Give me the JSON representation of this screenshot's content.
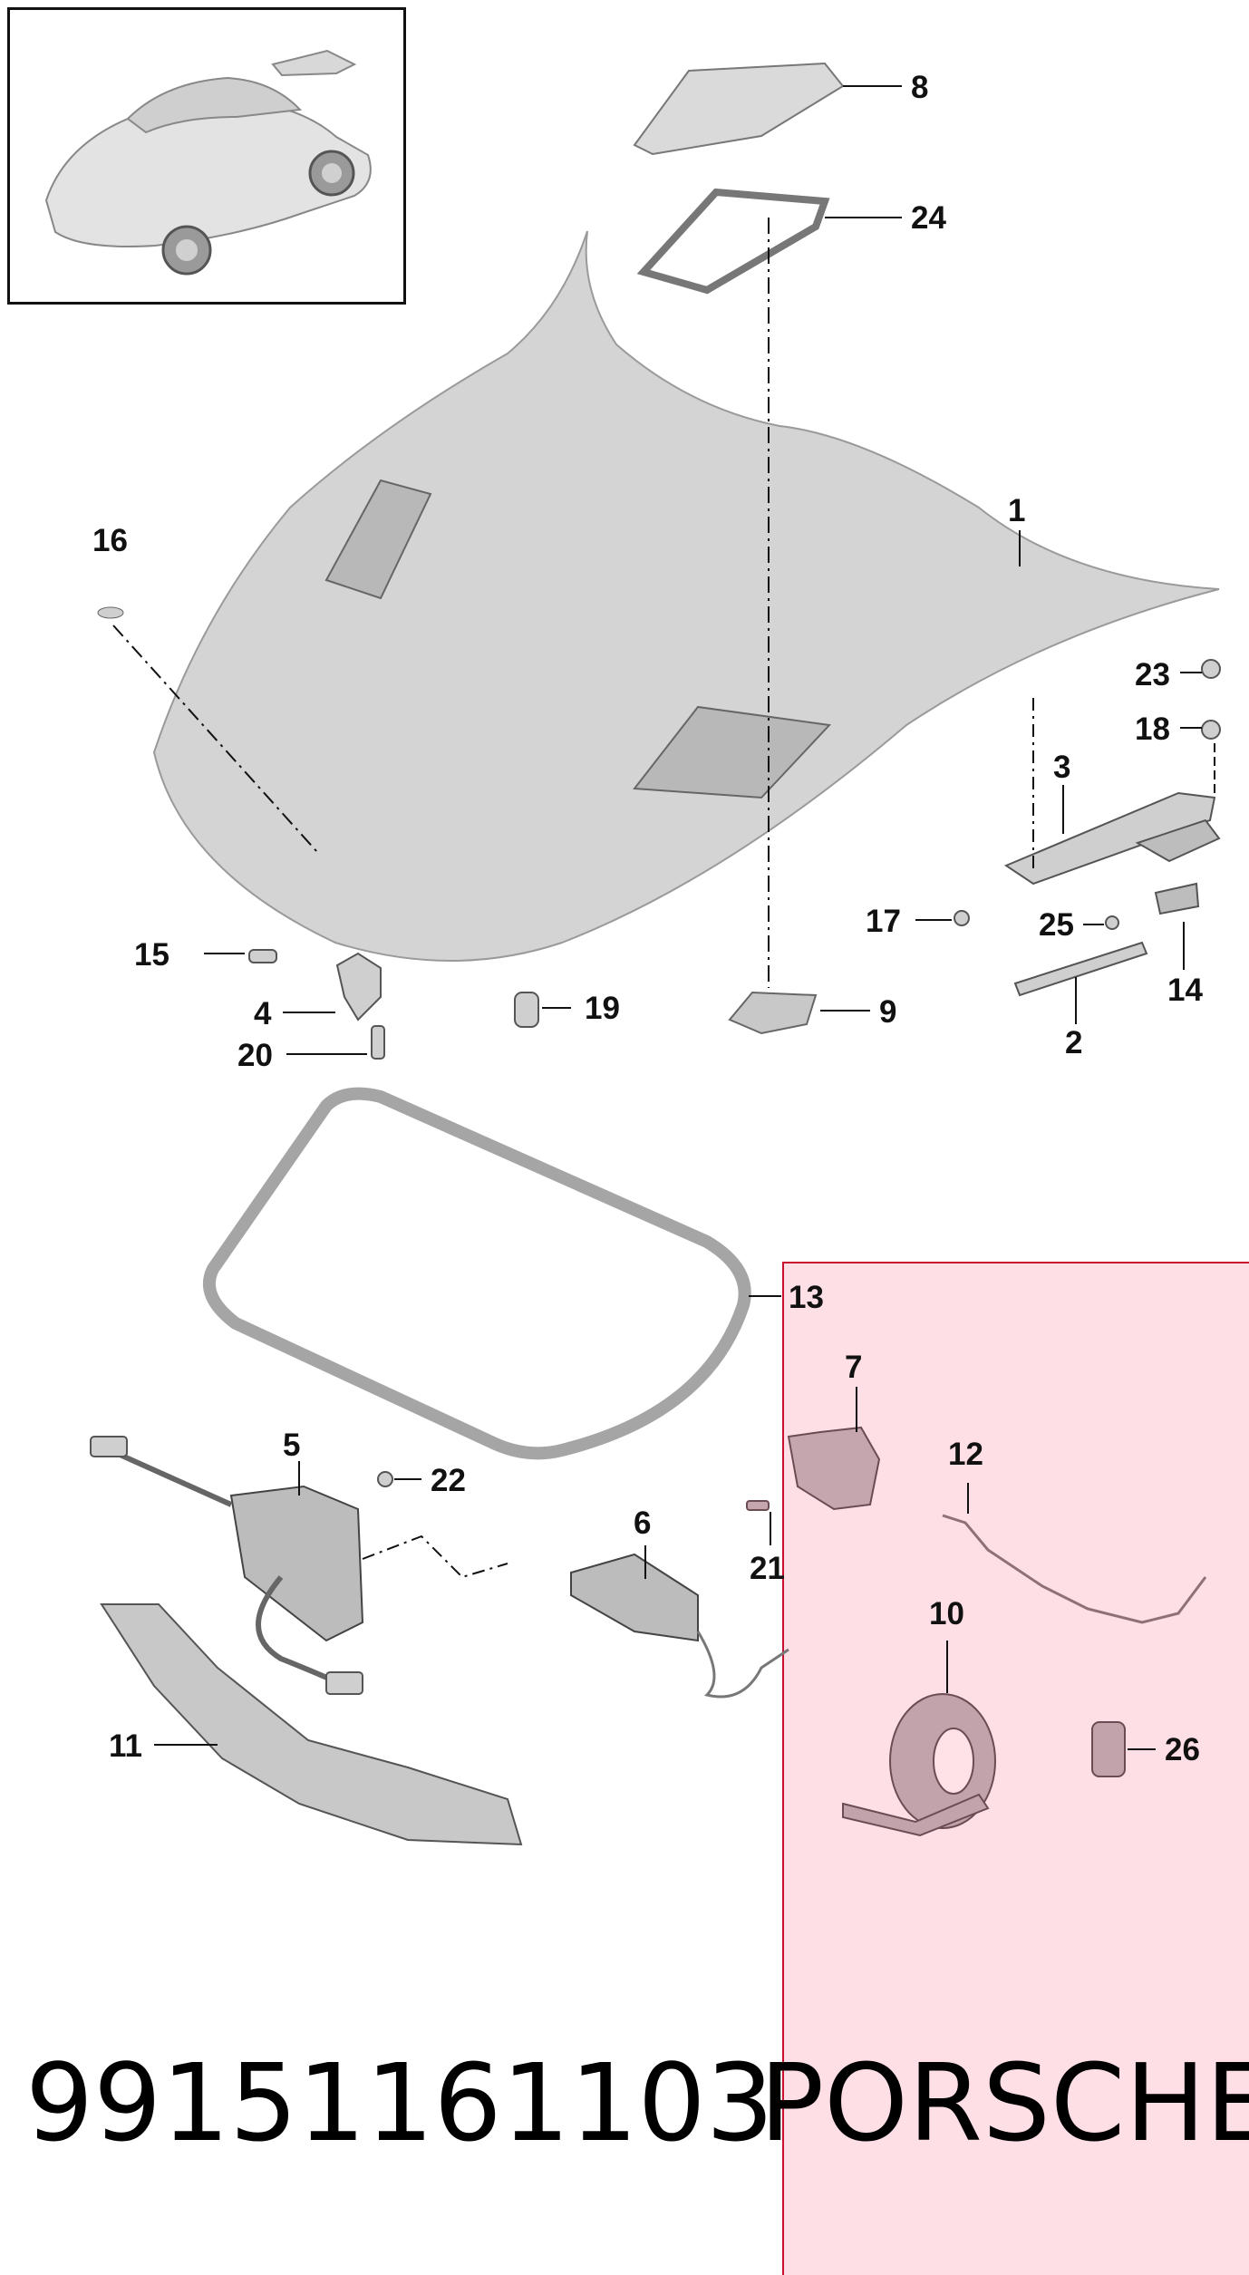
{
  "diagram": {
    "part_number": "99151161103",
    "brand": "PORSCHE",
    "callouts": [
      {
        "id": "c1",
        "label": "1"
      },
      {
        "id": "c2",
        "label": "2"
      },
      {
        "id": "c3",
        "label": "3"
      },
      {
        "id": "c4",
        "label": "4"
      },
      {
        "id": "c5",
        "label": "5"
      },
      {
        "id": "c6",
        "label": "6"
      },
      {
        "id": "c7",
        "label": "7"
      },
      {
        "id": "c8",
        "label": "8"
      },
      {
        "id": "c9",
        "label": "9"
      },
      {
        "id": "c10",
        "label": "10"
      },
      {
        "id": "c11",
        "label": "11"
      },
      {
        "id": "c12",
        "label": "12"
      },
      {
        "id": "c13",
        "label": "13"
      },
      {
        "id": "c14",
        "label": "14"
      },
      {
        "id": "c15",
        "label": "15"
      },
      {
        "id": "c16",
        "label": "16"
      },
      {
        "id": "c17",
        "label": "17"
      },
      {
        "id": "c18",
        "label": "18"
      },
      {
        "id": "c19",
        "label": "19"
      },
      {
        "id": "c20",
        "label": "20"
      },
      {
        "id": "c21",
        "label": "21"
      },
      {
        "id": "c22",
        "label": "22"
      },
      {
        "id": "c23",
        "label": "23"
      },
      {
        "id": "c24",
        "label": "24"
      },
      {
        "id": "c25",
        "label": "25"
      },
      {
        "id": "c26",
        "label": "26"
      }
    ],
    "colors": {
      "line": "#111111",
      "part_fill": "#d6d6d6",
      "part_stroke": "#555555",
      "highlight": "#ffb0c0",
      "highlight_border": "#c8102e"
    }
  }
}
